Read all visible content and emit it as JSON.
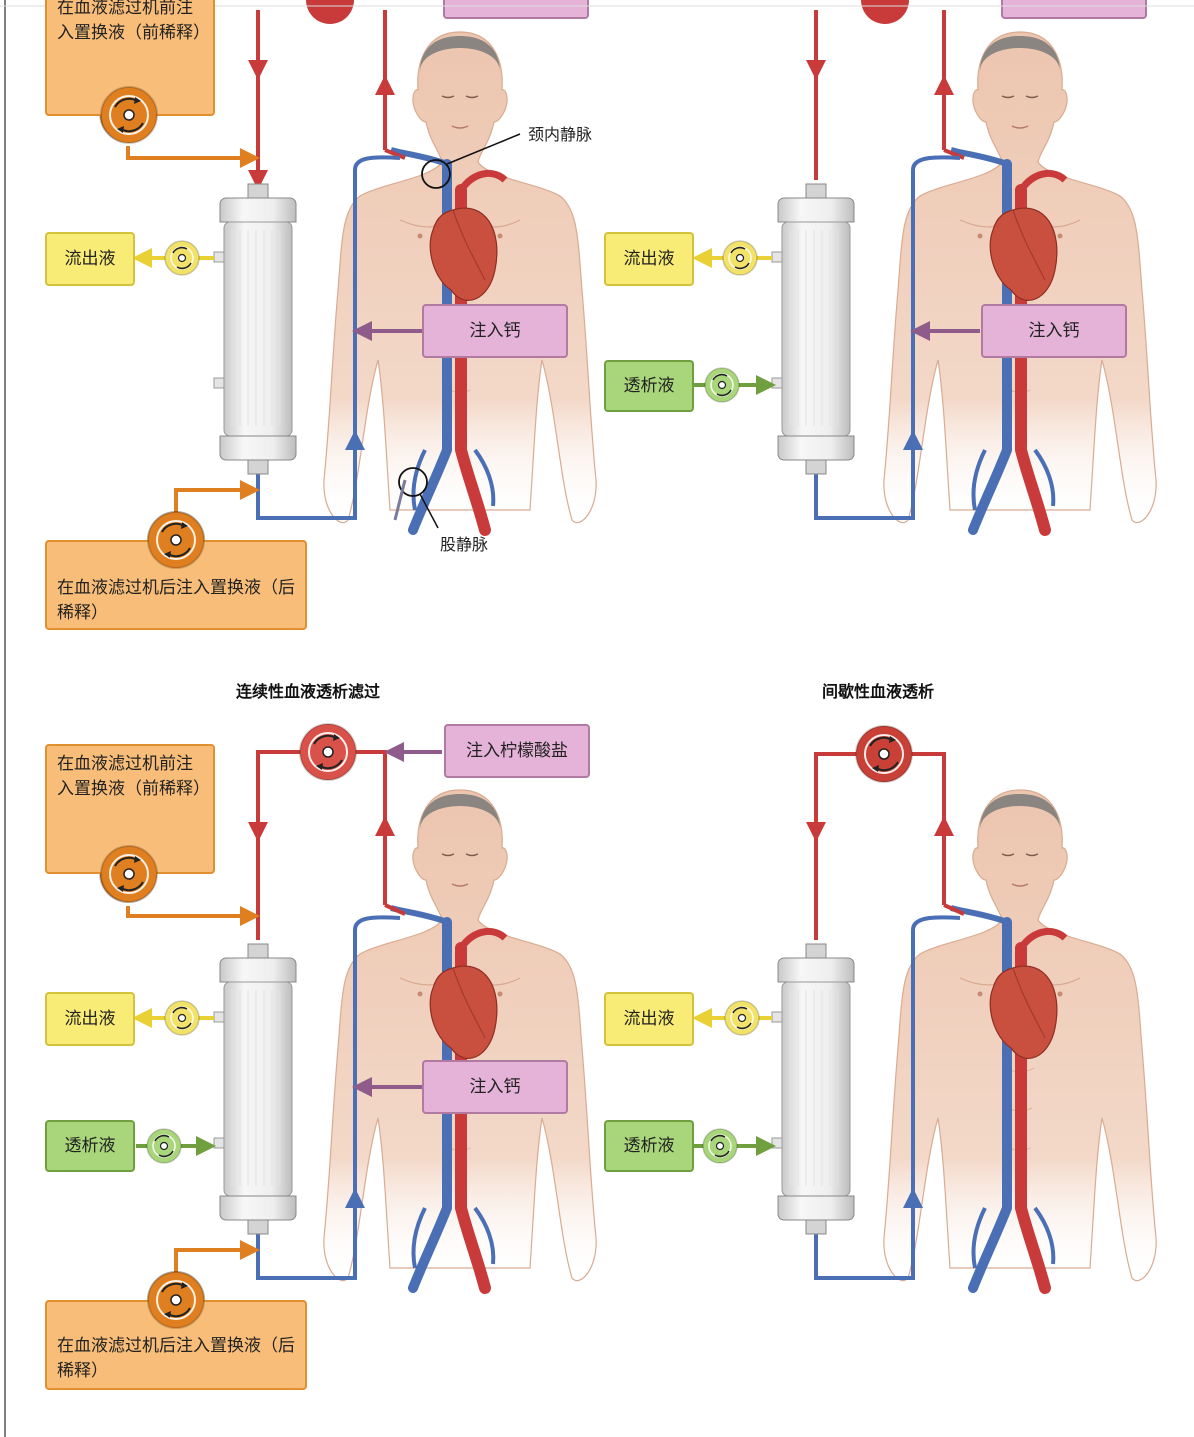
{
  "panels": {
    "top_left": {
      "pre_dilution": "在血液滤过机前注入置换液（前稀释）",
      "effluent": "流出液",
      "calcium": "注入钙",
      "post_dilution": "在血液滤过机后注入置换液（后稀释）",
      "internal_jugular": "颈内静脉",
      "femoral_vein": "股静脉"
    },
    "top_right": {
      "effluent": "流出液",
      "dialysate": "透析液",
      "calcium": "注入钙"
    },
    "bottom_left": {
      "title": "连续性血液透析滤过",
      "citrate": "注入柠檬酸盐",
      "pre_dilution": "在血液滤过机前注入置换液（前稀释）",
      "effluent": "流出液",
      "dialysate": "透析液",
      "calcium": "注入钙",
      "post_dilution": "在血液滤过机后注入置换液（后稀释）"
    },
    "bottom_right": {
      "title": "间歇性血液透析",
      "effluent": "流出液",
      "dialysate": "透析液"
    }
  },
  "colors": {
    "blood_red": "#c93b3b",
    "venous_blue": "#4a6fb5",
    "replacement_orange": "#e07f1f",
    "effluent_yellow": "#e8d035",
    "dialysate_green": "#6f9f3e",
    "anticoag_purple": "#8e5b8a"
  }
}
